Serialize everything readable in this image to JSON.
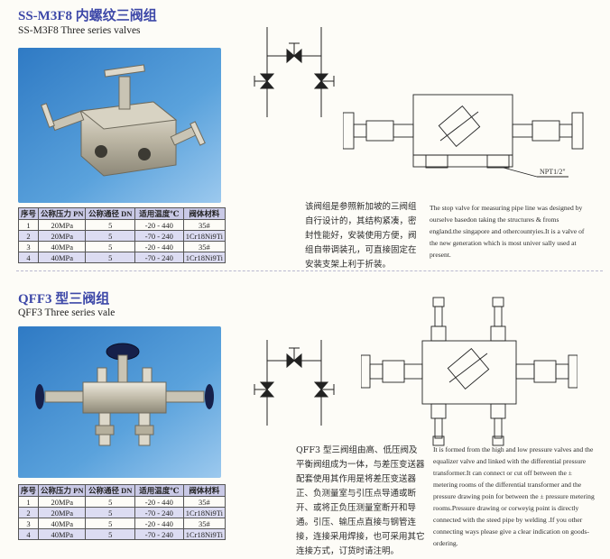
{
  "section1": {
    "title_cn": "SS-M3F8 内螺纹三阀组",
    "title_en": "SS-M3F8 Three series valves",
    "port_label": "NPT1/2\"",
    "desc_cn": "该阀组是参照新加坡的三阀组自行设计的，其结构紧凑，密封性能好，安装使用方便，阀组自带调装孔，可直接固定在安装支架上利于折装。",
    "desc_en": "The stop valve for measuring pipe line was designed by ourselve basedon taking the structures & froms england.the singapore and othercountyies.It is a valve of the new generation which is most univer sally used at present."
  },
  "section2": {
    "title_cn": "QFF3 型三阀组",
    "title_en": "QFF3 Three series vale",
    "desc_cn": "QFF3 型三阀组由高、低压阀及平衡阀组成为一体，与差压变送器配套使用其作用是将差压变送器正、负测量室与引压点导通或断开、或将正负压测量室断开和导通。引压、输压点直接与钢管连接，连接采用焊接，也可采用其它连接方式，订货时请注明。",
    "desc_en": "It is formed from the high and low pressure valves and the equalizer valve and linked with the differential pressure transformer.It can connect or cut off between the ± metering rooms of the differential transformer and the pressure drawing poin for between the ± pressure metering rooms.Pressure drawing or corweyig point is directly connected with the steed pipe by welding .If you other connecting ways please give a clear indication on goods-ordering."
  },
  "table": {
    "headers": [
      "序号",
      "公称压力 PN",
      "公称通径 DN",
      "适用温度℃",
      "阀体材料"
    ],
    "rows": [
      [
        "1",
        "20MPa",
        "5",
        "-20 - 440",
        "35#"
      ],
      [
        "2",
        "20MPa",
        "5",
        "-70 - 240",
        "1Cr18Ni9Ti"
      ],
      [
        "3",
        "40MPa",
        "5",
        "-20 - 440",
        "35#"
      ],
      [
        "4",
        "40MPa",
        "5",
        "-70 - 240",
        "1Cr18Ni9Ti"
      ]
    ]
  },
  "colors": {
    "title_blue": "#3d48a8",
    "photo_bg": "#3a84c9",
    "table_header": "#c9c9e6",
    "table_alt": "#dcdcf2"
  }
}
